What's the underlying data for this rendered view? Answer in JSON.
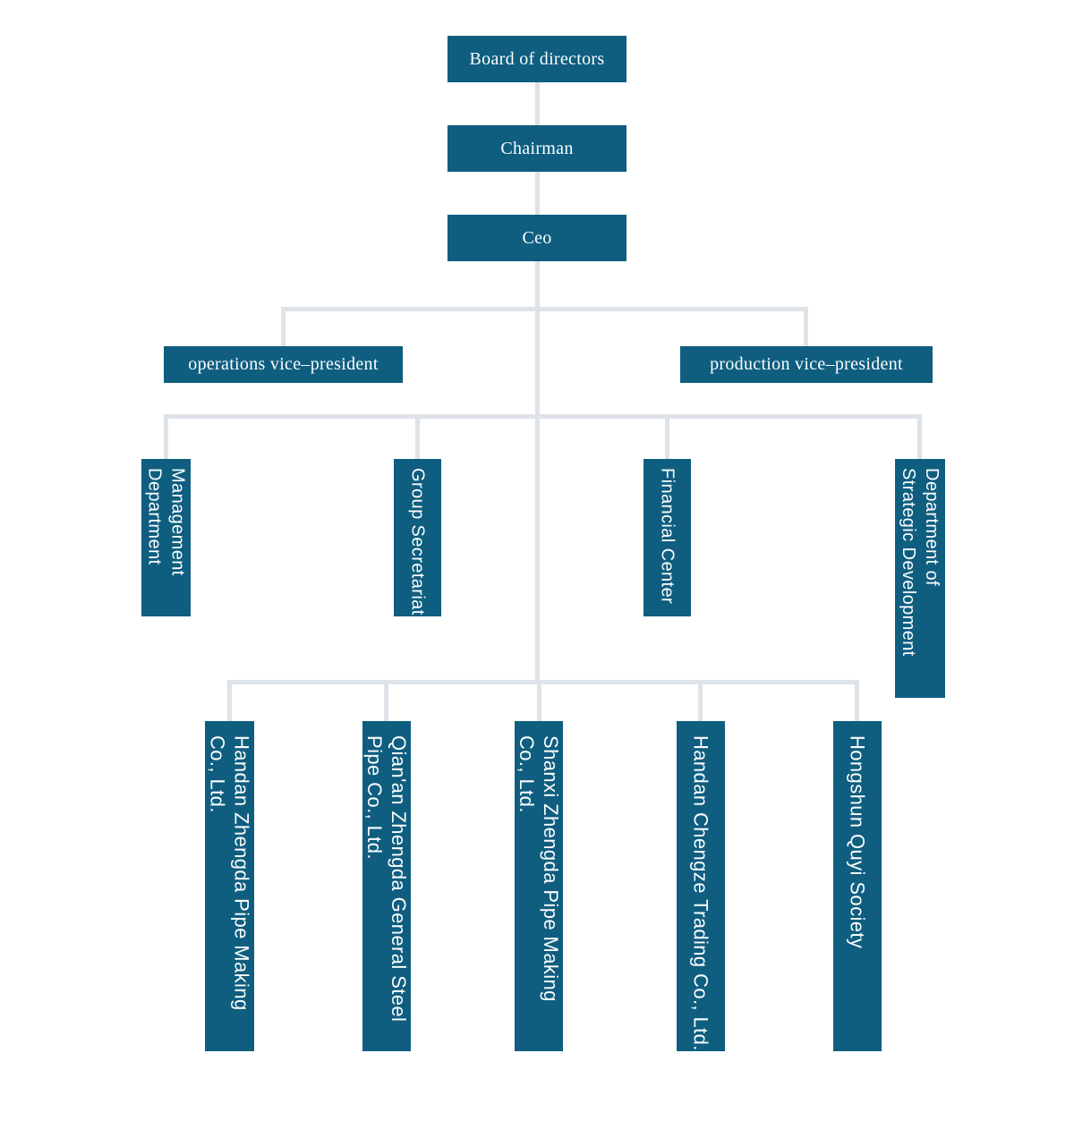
{
  "palette": {
    "background": "#ffffff",
    "box_fill": "#0f5e80",
    "connector": "#dde3e8",
    "box_text": "#fbfdfd"
  },
  "org": {
    "top_chain": [
      {
        "label": "Board of directors"
      },
      {
        "label": "Chairman"
      },
      {
        "label": "Ceo"
      }
    ],
    "vice_presidents": [
      {
        "label": "operations vice–president"
      },
      {
        "label": "production vice–president"
      }
    ],
    "departments": [
      {
        "label": "Management Department",
        "lines": [
          "Management",
          "Department"
        ]
      },
      {
        "label": "Group Secretariat",
        "lines": [
          "Group Secretariat"
        ]
      },
      {
        "label": "Financial Center",
        "lines": [
          "Financial Center"
        ]
      },
      {
        "label": "Department of Strategic Development",
        "lines": [
          "Department of",
          "Strategic Development"
        ]
      }
    ],
    "subsidiaries": [
      {
        "label": "Handan Zhengda Pipe Making Co., Ltd.",
        "lines": [
          "Handan Zhengda Pipe Making",
          "Co., Ltd."
        ]
      },
      {
        "label": "Qian'an Zhengda General Steel Pipe Co., Ltd.",
        "lines": [
          "Qian'an Zhengda General Steel",
          "Pipe Co., Ltd."
        ]
      },
      {
        "label": "Shanxi Zhengda Pipe Making Co., Ltd.",
        "lines": [
          "Shanxi Zhengda Pipe Making",
          "Co., Ltd."
        ]
      },
      {
        "label": "Handan Chengze Trading Co., Ltd.",
        "lines": [
          "Handan Chengze Trading Co., Ltd."
        ]
      },
      {
        "label": "Hongshun Quyi Society",
        "lines": [
          "Hongshun Quyi Society"
        ]
      }
    ]
  }
}
